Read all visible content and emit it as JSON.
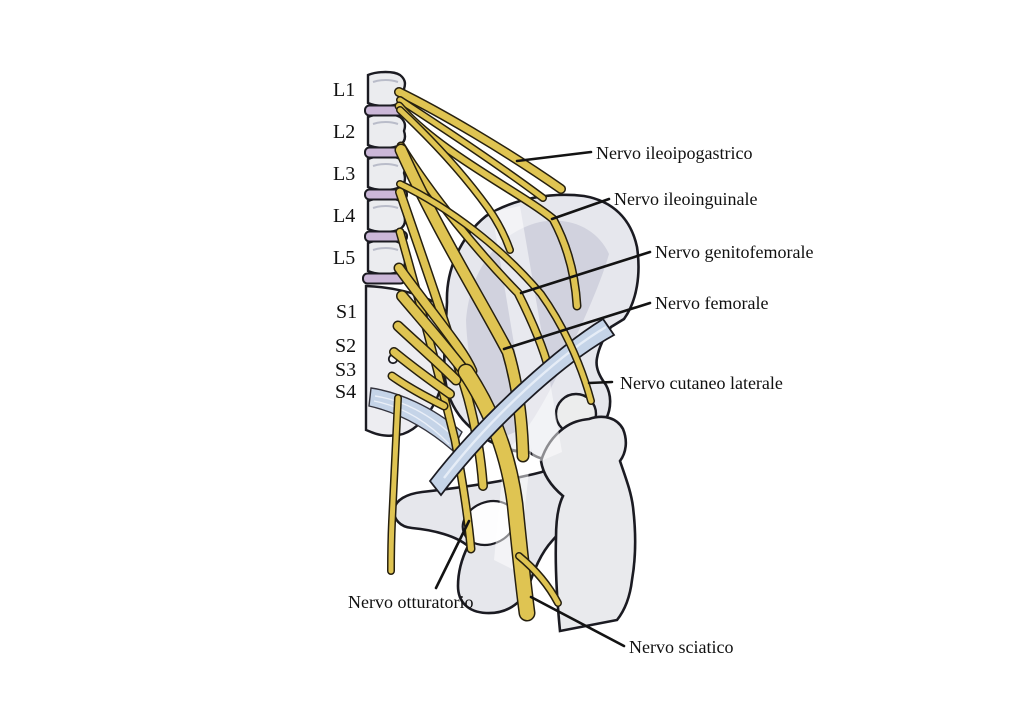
{
  "labels": {
    "vertebrae": [
      {
        "text": "L1"
      },
      {
        "text": "L2"
      },
      {
        "text": "L3"
      },
      {
        "text": "L4"
      },
      {
        "text": "L5"
      },
      {
        "text": "S1"
      },
      {
        "text": "S2"
      },
      {
        "text": "S3"
      },
      {
        "text": "S4"
      }
    ],
    "nerves": [
      {
        "text": "Nervo ileoipogastrico"
      },
      {
        "text": "Nervo ileoinguinale"
      },
      {
        "text": "Nervo genitofemorale"
      },
      {
        "text": "Nervo femorale"
      },
      {
        "text": "Nervo cutaneo laterale"
      },
      {
        "text": "Nervo otturatorio"
      },
      {
        "text": "Nervo sciatico"
      }
    ]
  },
  "colors": {
    "background": "#ffffff",
    "bone_fill": "#ebecef",
    "bone_shade": "#c9cbd8",
    "disc_fill": "#cbb7d8",
    "nerve_yellow": "#dfc452",
    "nerve_outline": "#26200f",
    "ligament_blue": "#c5d4e8",
    "outline": "#1b1b22",
    "label_text": "#111111"
  }
}
